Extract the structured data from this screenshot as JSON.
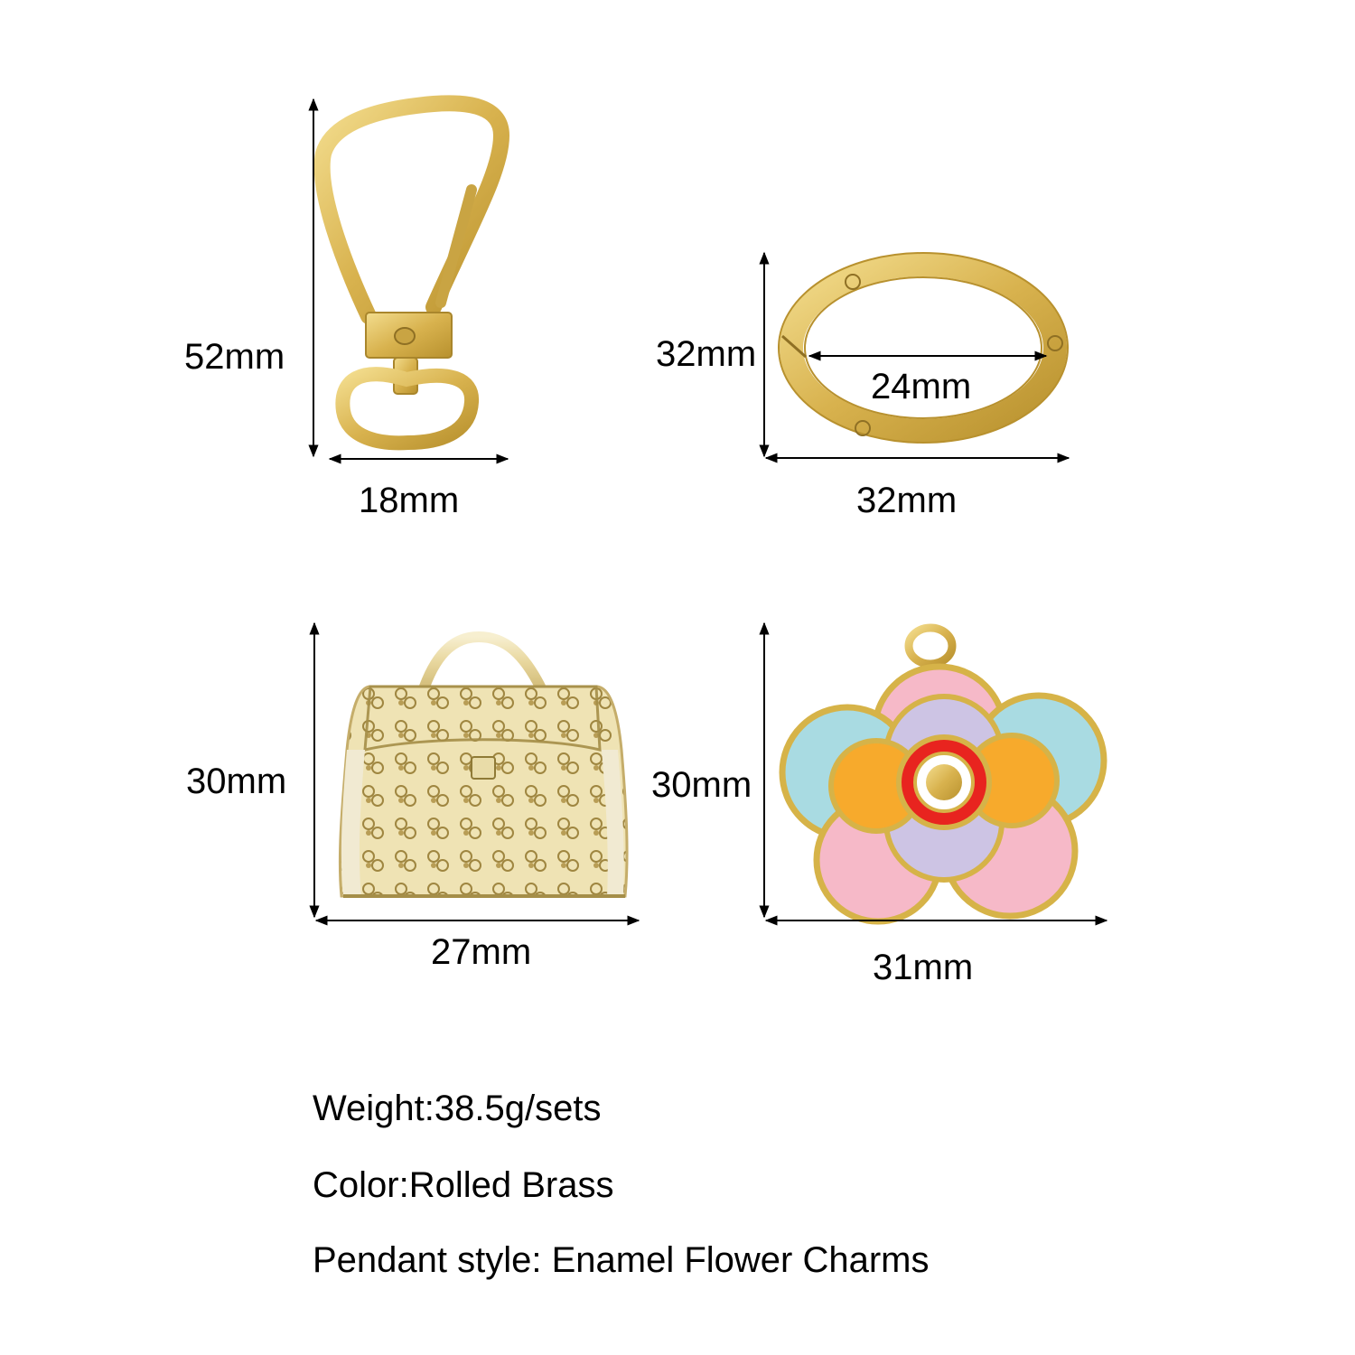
{
  "colors": {
    "brass": "#e0c060",
    "brass_dark": "#b8912e",
    "brass_light": "#f4e3a0",
    "enamel_pink": "#f6b9c8",
    "enamel_blue": "#a9dbe2",
    "enamel_lavender": "#cdc4e4",
    "enamel_orange": "#f7aa2c",
    "enamel_red": "#e8241f",
    "arrow": "#000000"
  },
  "items": [
    {
      "name": "swivel-snap-hook",
      "height_label": "52mm",
      "width_label": "18mm"
    },
    {
      "name": "flat-split-ring",
      "height_label": "32mm",
      "width_label": "32mm",
      "inner_label": "24mm"
    },
    {
      "name": "handbag-charm",
      "height_label": "30mm",
      "width_label": "27mm"
    },
    {
      "name": "enamel-flower-charm",
      "height_label": "30mm",
      "width_label": "31mm"
    }
  ],
  "specs": {
    "weight": "Weight:38.5g/sets",
    "color": "Color:Rolled Brass",
    "pendant": "Pendant style: Enamel Flower Charms"
  }
}
